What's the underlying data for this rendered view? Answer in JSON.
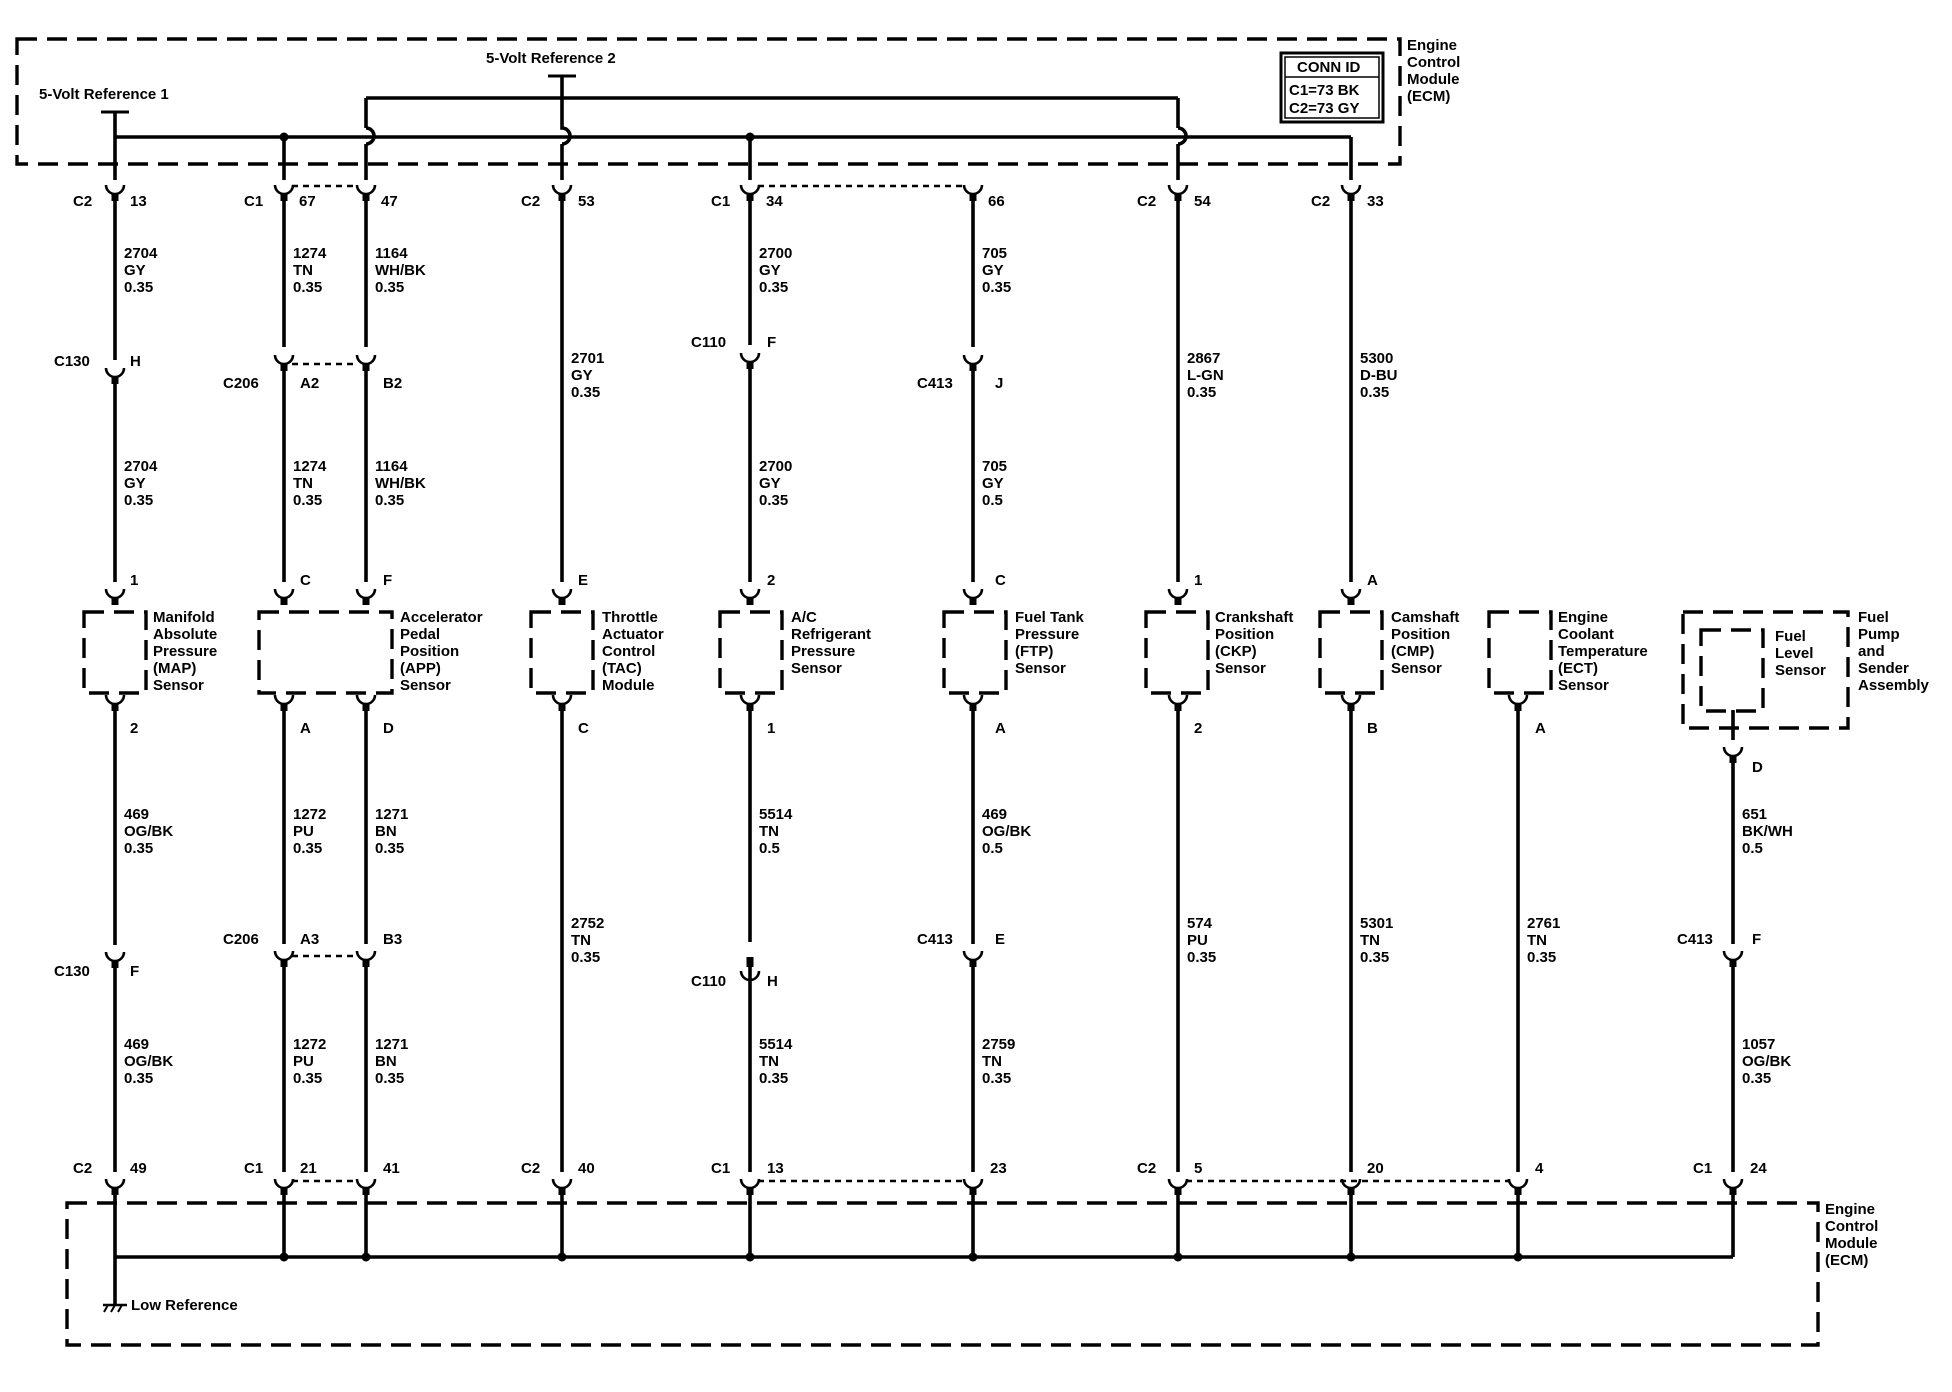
{
  "top_module": {
    "name_lines": [
      "Engine",
      "Control",
      "Module",
      "(ECM)"
    ],
    "conn_id": {
      "title": "CONN ID",
      "c1": "C1=73 BK",
      "c2": "C2=73 GY"
    },
    "ref1": "5-Volt Reference 1",
    "ref2": "5-Volt Reference 2"
  },
  "bottom_module": {
    "name_lines": [
      "Engine",
      "Control",
      "Module",
      "(ECM)"
    ],
    "low_ref": "Low Reference"
  },
  "top_pins": [
    {
      "conn": "C2",
      "pin": "13"
    },
    {
      "conn": "C1",
      "pin": "67"
    },
    {
      "conn": "",
      "pin": "47"
    },
    {
      "conn": "C2",
      "pin": "53"
    },
    {
      "conn": "C1",
      "pin": "34"
    },
    {
      "conn": "",
      "pin": "66"
    },
    {
      "conn": "C2",
      "pin": "54"
    },
    {
      "conn": "C2",
      "pin": "33"
    }
  ],
  "bottom_pins": [
    {
      "conn": "C2",
      "pin": "49"
    },
    {
      "conn": "C1",
      "pin": "21"
    },
    {
      "conn": "",
      "pin": "41"
    },
    {
      "conn": "C2",
      "pin": "40"
    },
    {
      "conn": "C1",
      "pin": "13"
    },
    {
      "conn": "",
      "pin": "23"
    },
    {
      "conn": "C2",
      "pin": "5"
    },
    {
      "conn": "",
      "pin": "20"
    },
    {
      "conn": "",
      "pin": "4"
    },
    {
      "conn": "C1",
      "pin": "24"
    }
  ],
  "wire_labels": [
    [
      "2704",
      "GY",
      "0.35"
    ],
    [
      "1274",
      "TN",
      "0.35"
    ],
    [
      "1164",
      "WH/BK",
      "0.35"
    ],
    [
      "2700",
      "GY",
      "0.35"
    ],
    [
      "705",
      "GY",
      "0.35"
    ],
    [
      "2701",
      "GY",
      "0.35"
    ],
    [
      "2867",
      "L-GN",
      "0.35"
    ],
    [
      "5300",
      "D-BU",
      "0.35"
    ],
    [
      "2704",
      "GY",
      "0.35"
    ],
    [
      "1274",
      "TN",
      "0.35"
    ],
    [
      "1164",
      "WH/BK",
      "0.35"
    ],
    [
      "2700",
      "GY",
      "0.35"
    ],
    [
      "705",
      "GY",
      "0.5"
    ],
    [
      "469",
      "OG/BK",
      "0.35"
    ],
    [
      "1272",
      "PU",
      "0.35"
    ],
    [
      "1271",
      "BN",
      "0.35"
    ],
    [
      "5514",
      "TN",
      "0.5"
    ],
    [
      "469",
      "OG/BK",
      "0.5"
    ],
    [
      "651",
      "BK/WH",
      "0.5"
    ],
    [
      "2752",
      "TN",
      "0.35"
    ],
    [
      "574",
      "PU",
      "0.35"
    ],
    [
      "5301",
      "TN",
      "0.35"
    ],
    [
      "2761",
      "TN",
      "0.35"
    ],
    [
      "469",
      "OG/BK",
      "0.35"
    ],
    [
      "1272",
      "PU",
      "0.35"
    ],
    [
      "1271",
      "BN",
      "0.35"
    ],
    [
      "5514",
      "TN",
      "0.35"
    ],
    [
      "2759",
      "TN",
      "0.35"
    ],
    [
      "1057",
      "OG/BK",
      "0.35"
    ]
  ],
  "inline_connectors": [
    {
      "name": "C130",
      "pin": "H"
    },
    {
      "name": "C206",
      "pin": "A2"
    },
    {
      "name": "",
      "pin": "B2"
    },
    {
      "name": "C110",
      "pin": "F"
    },
    {
      "name": "C413",
      "pin": "J"
    },
    {
      "name": "C130",
      "pin": "F"
    },
    {
      "name": "C206",
      "pin": "A3"
    },
    {
      "name": "",
      "pin": "B3"
    },
    {
      "name": "C110",
      "pin": "H"
    },
    {
      "name": "C413",
      "pin": "E"
    },
    {
      "name": "C413",
      "pin": "F"
    }
  ],
  "component_pins": [
    "1",
    "C",
    "F",
    "E",
    "2",
    "C",
    "1",
    "A",
    "2",
    "A",
    "D",
    "C",
    "1",
    "A",
    "2",
    "B",
    "A",
    "D"
  ],
  "components": [
    [
      "Manifold",
      "Absolute",
      "Pressure",
      "(MAP)",
      "Sensor"
    ],
    [
      "Accelerator",
      "Pedal",
      "Position",
      "(APP)",
      "Sensor"
    ],
    [
      "Throttle",
      "Actuator",
      "Control",
      "(TAC)",
      "Module"
    ],
    [
      "A/C",
      "Refrigerant",
      "Pressure",
      "Sensor"
    ],
    [
      "Fuel Tank",
      "Pressure",
      "(FTP)",
      "Sensor"
    ],
    [
      "Crankshaft",
      "Position",
      "(CKP)",
      "Sensor"
    ],
    [
      "Camshaft",
      "Position",
      "(CMP)",
      "Sensor"
    ],
    [
      "Engine",
      "Coolant",
      "Temperature",
      "(ECT)",
      "Sensor"
    ],
    [
      "Fuel",
      "Level",
      "Sensor"
    ],
    [
      "Fuel",
      "Pump",
      "and",
      "Sender",
      "Assembly"
    ]
  ]
}
